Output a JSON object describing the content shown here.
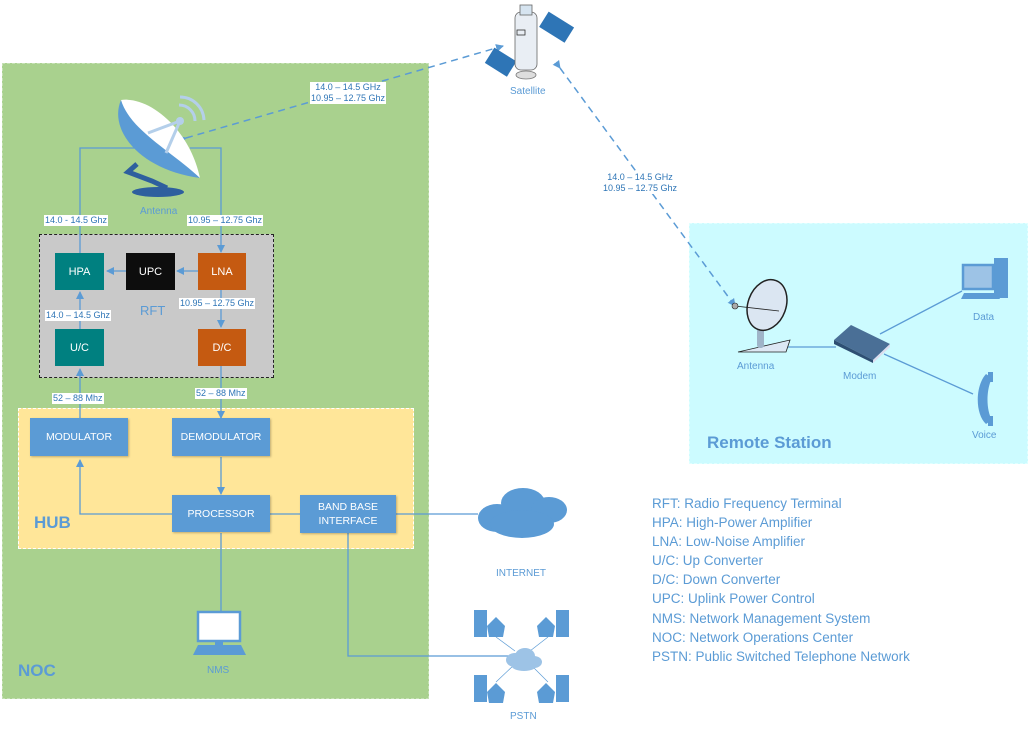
{
  "regions": {
    "noc": "NOC",
    "hub": "HUB",
    "rft": "RFT",
    "remote_station": "Remote Station"
  },
  "rft_blocks": {
    "hpa": "HPA",
    "upc": "UPC",
    "lna": "LNA",
    "uc": "U/C",
    "dc": "D/C"
  },
  "hub_blocks": {
    "modulator": "MODULATOR",
    "demodulator": "DEMODULATOR",
    "processor": "PROCESSOR",
    "baseband_line1": "BAND BASE",
    "baseband_line2": "INTERFACE"
  },
  "nodes": {
    "hub_antenna": "Antenna",
    "satellite": "Satellite",
    "internet": "INTERNET",
    "pstn": "PSTN",
    "nms": "NMS",
    "remote_antenna": "Antenna",
    "modem": "Modem",
    "data": "Data",
    "voice": "Voice"
  },
  "frequencies": {
    "uplink_sat_line1": "14.0 – 14.5 GHz",
    "uplink_sat_line2": "10.95 – 12.75 Ghz",
    "remote_sat_line1": "14.0 – 14.5 GHz",
    "remote_sat_line2": "10.95 – 12.75 Ghz",
    "hpa_to_antenna": "14.0 - 14.5 Ghz",
    "antenna_to_lna": "10.95 – 12.75 Ghz",
    "lna_to_dc": "10.95 – 12.75 Ghz",
    "uc_to_hpa": "14.0 – 14.5 Ghz",
    "mod_to_uc": "52 – 88 Mhz",
    "dc_to_demod": "52 – 88 Mhz"
  },
  "legend": [
    "RFT: Radio Frequency Terminal",
    "HPA: High-Power Amplifier",
    "LNA: Low-Noise Amplifier",
    "U/C: Up Converter",
    "D/C: Down Converter",
    "UPC: Uplink Power Control",
    "NMS: Network Management System",
    "NOC: Network Operations Center",
    "PSTN: Public Switched Telephone Network"
  ],
  "colors": {
    "noc_bg": "#a9d18e",
    "hub_bg": "#ffe699",
    "rft_bg": "#c9c9c9",
    "remote_bg": "#ccfbff",
    "accent": "#5b9bd5",
    "teal": "#008080",
    "orange": "#c55a11"
  }
}
